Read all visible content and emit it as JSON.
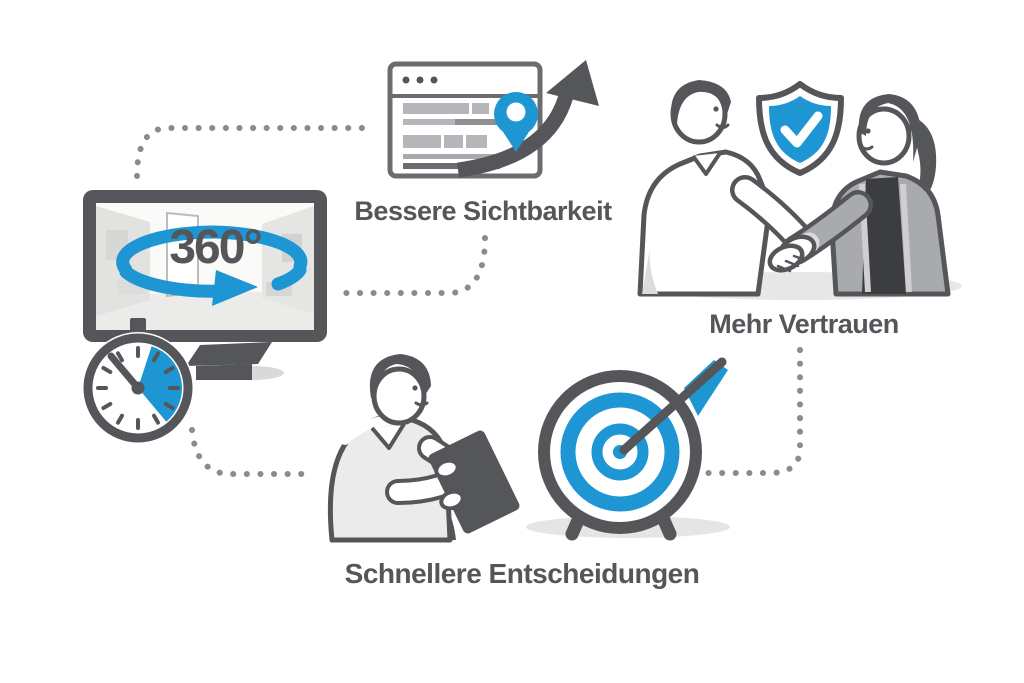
{
  "illustration": {
    "monitor": {
      "degree_label": "360°"
    },
    "benefits": [
      {
        "id": "visibility",
        "label": "Bessere Sichtbarkeit"
      },
      {
        "id": "trust",
        "label": "Mehr Vertrauen"
      },
      {
        "id": "decisions",
        "label": "Schnellere Entscheidungen"
      }
    ],
    "icons": [
      "monitor-360-icon",
      "stopwatch-icon",
      "browser-ranking-icon",
      "location-pin-icon",
      "growth-arrow-icon",
      "handshake-icon",
      "trust-shield-icon",
      "check-icon",
      "person-tablet-icon",
      "target-arrow-icon"
    ]
  },
  "colors": {
    "accent_blue": "#1E96D3",
    "outline_gray": "#54565A",
    "dot_gray": "#8A8B8E",
    "background": "#FFFFFF"
  }
}
